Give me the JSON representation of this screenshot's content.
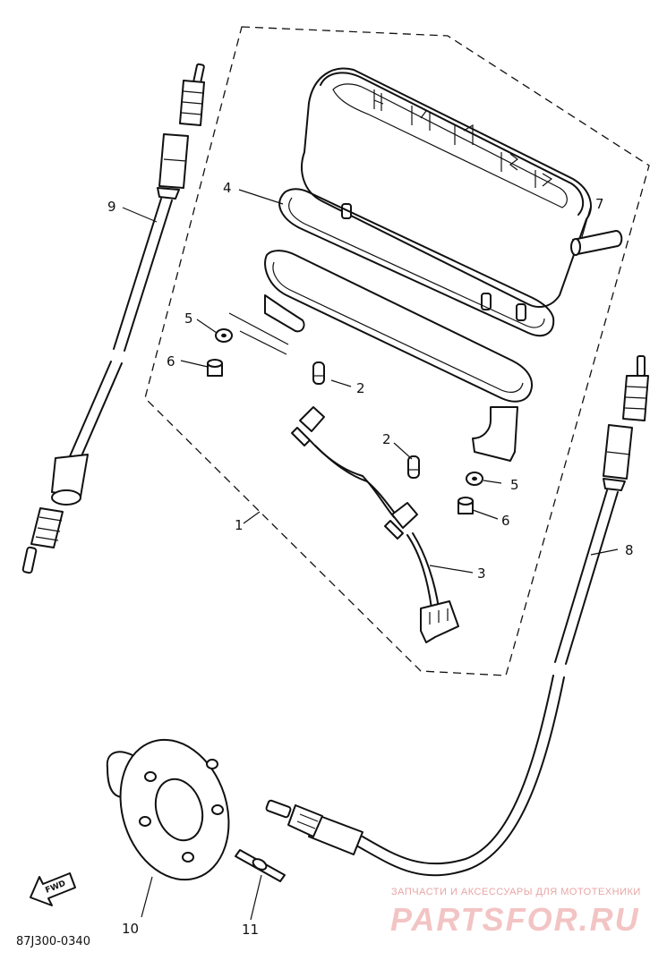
{
  "diagram": {
    "part_numbers": [
      {
        "id": "p1",
        "label": "1"
      },
      {
        "id": "p2a",
        "label": "2"
      },
      {
        "id": "p2b",
        "label": "2"
      },
      {
        "id": "p3",
        "label": "3"
      },
      {
        "id": "p4",
        "label": "4"
      },
      {
        "id": "p5a",
        "label": "5"
      },
      {
        "id": "p5b",
        "label": "5"
      },
      {
        "id": "p6a",
        "label": "6"
      },
      {
        "id": "p6b",
        "label": "6"
      },
      {
        "id": "p7",
        "label": "7"
      },
      {
        "id": "p8",
        "label": "8"
      },
      {
        "id": "p9",
        "label": "9"
      },
      {
        "id": "p10",
        "label": "10"
      },
      {
        "id": "p11",
        "label": "11"
      }
    ],
    "drawing_code": "87J300-0340",
    "fwd_label": "FWD"
  },
  "watermark": {
    "tagline": "ЗАПЧАСТИ И АКСЕССУАРЫ ДЛЯ МОТОТЕХНИКИ",
    "logo_text": "PARTSFOR.RU",
    "color": "#e8a5a5"
  }
}
